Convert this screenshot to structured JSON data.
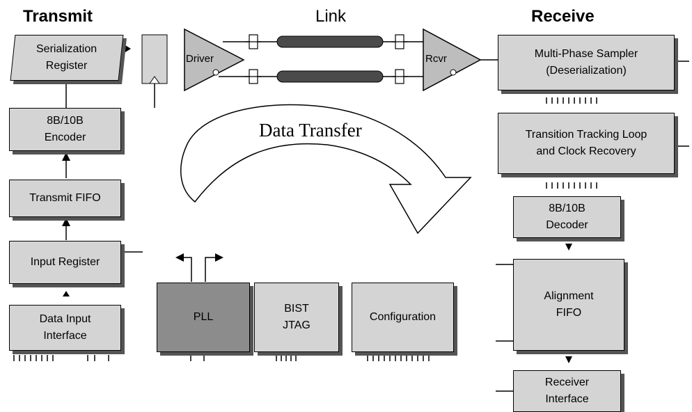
{
  "headers": {
    "transmit": "Transmit",
    "link": "Link",
    "receive": "Receive"
  },
  "transmit": {
    "serialization_register": "Serialization\nRegister",
    "encoder": "8B/10B\nEncoder",
    "transmit_fifo": "Transmit FIFO",
    "input_register": "Input Register",
    "data_input_interface": "Data Input\nInterface"
  },
  "link": {
    "driver": "Driver",
    "receiver": "Rcvr"
  },
  "center": {
    "data_transfer": "Data Transfer",
    "pll": "PLL",
    "bist_jtag": "BIST\nJTAG",
    "configuration": "Configuration"
  },
  "receive": {
    "sampler": "Multi-Phase Sampler\n(Deserialization)",
    "tracking_loop": "Transition Tracking Loop\nand Clock Recovery",
    "decoder": "8B/10B\nDecoder",
    "alignment_fifo": "Alignment\nFIFO",
    "receiver_interface": "Receiver\nInterface"
  },
  "colors": {
    "block": "#d4d4d4",
    "pll": "#8c8c8c",
    "cable": "#4a4a4a",
    "shadow": "#555555"
  }
}
